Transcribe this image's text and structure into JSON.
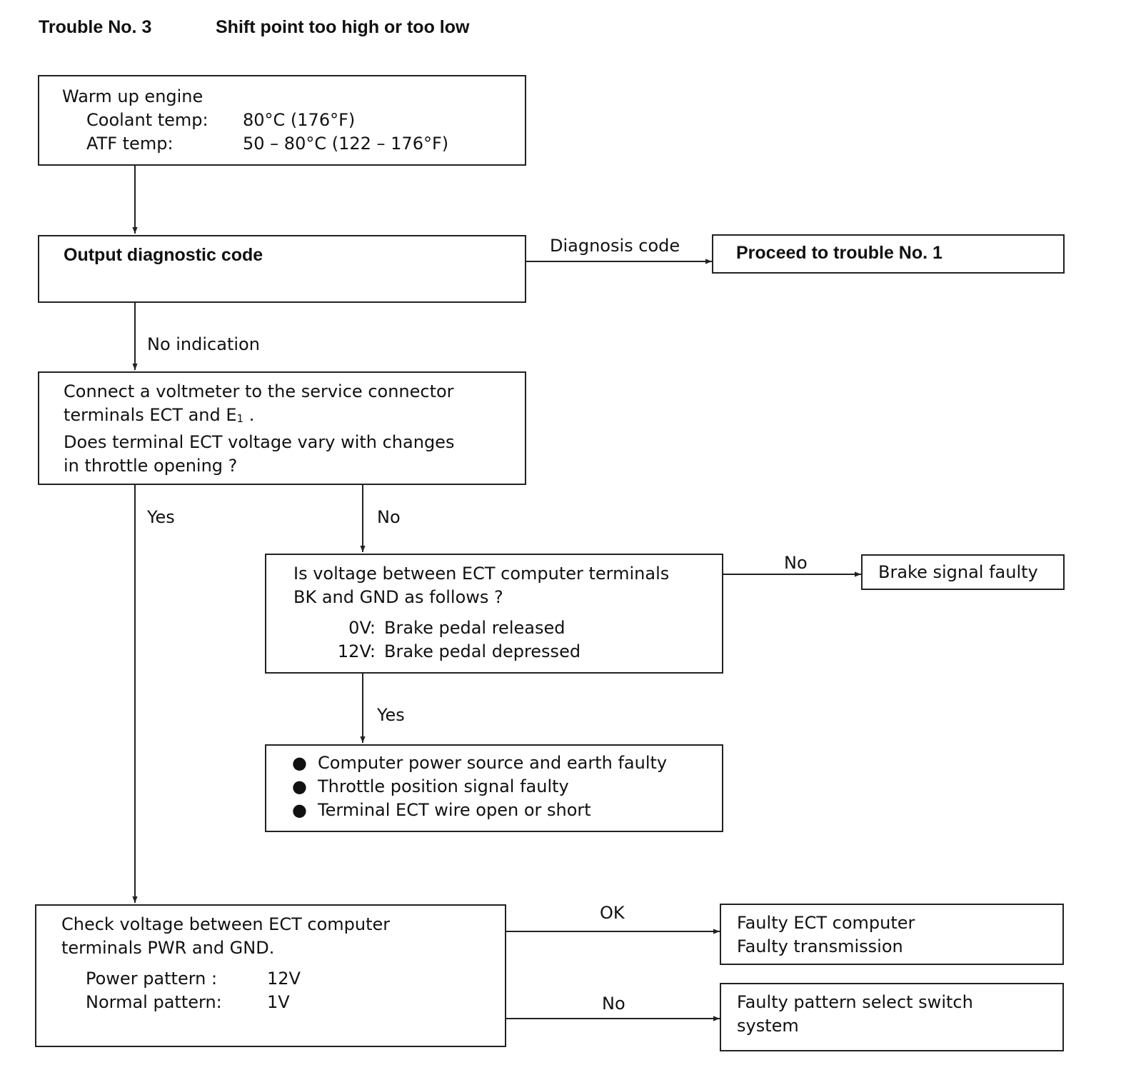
{
  "header": {
    "trouble_no": "Trouble No. 3",
    "symptom": "Shift point too high or too low"
  },
  "nodes": {
    "warmup": {
      "title": "Warm up engine",
      "rows": [
        {
          "label": "Coolant temp:",
          "value": "80°C (176°F)"
        },
        {
          "label": "ATF temp:",
          "value": "50 – 80°C (122 – 176°F)"
        }
      ]
    },
    "diag": {
      "text": "Output diagnostic code"
    },
    "trouble1": {
      "text": "Proceed to trouble No. 1"
    },
    "voltmeter": {
      "line1": "Connect a voltmeter to the service connector",
      "line2_prefix": "terminals ECT and E",
      "line2_sub": "1",
      "line2_suffix": " .",
      "line3": "Does terminal ECT voltage vary with changes",
      "line4": "in throttle opening ?"
    },
    "brake_check": {
      "line1": "Is voltage between ECT computer terminals",
      "line2": "BK and GND as follows ?",
      "rows": [
        {
          "label": "0V:",
          "value": "Brake pedal released"
        },
        {
          "label": "12V:",
          "value": "Brake pedal depressed"
        }
      ]
    },
    "brake_faulty": {
      "text": "Brake signal faulty"
    },
    "faults": {
      "bullet": "●",
      "items": [
        "Computer power source and earth faulty",
        "Throttle position signal faulty",
        "Terminal ECT wire open or short"
      ]
    },
    "pwr_check": {
      "line1": "Check voltage between ECT computer",
      "line2": "terminals PWR and GND.",
      "rows": [
        {
          "label": "Power pattern  :",
          "value": "12V"
        },
        {
          "label": "Normal pattern:",
          "value": "1V"
        }
      ]
    },
    "ecu_faulty": {
      "line1": "Faulty ECT computer",
      "line2": "Faulty transmission"
    },
    "pattern_faulty": {
      "line1": "Faulty pattern select switch",
      "line2": "system"
    }
  },
  "edges": {
    "diagnosis_code": "Diagnosis code",
    "no_indication": "No indication",
    "yes_main": "Yes",
    "no_main": "No",
    "no_brake": "No",
    "yes_brake": "Yes",
    "ok": "OK",
    "no_pattern": "No"
  },
  "colors": {
    "line": "#222222",
    "text": "#111111",
    "background": "#ffffff"
  }
}
